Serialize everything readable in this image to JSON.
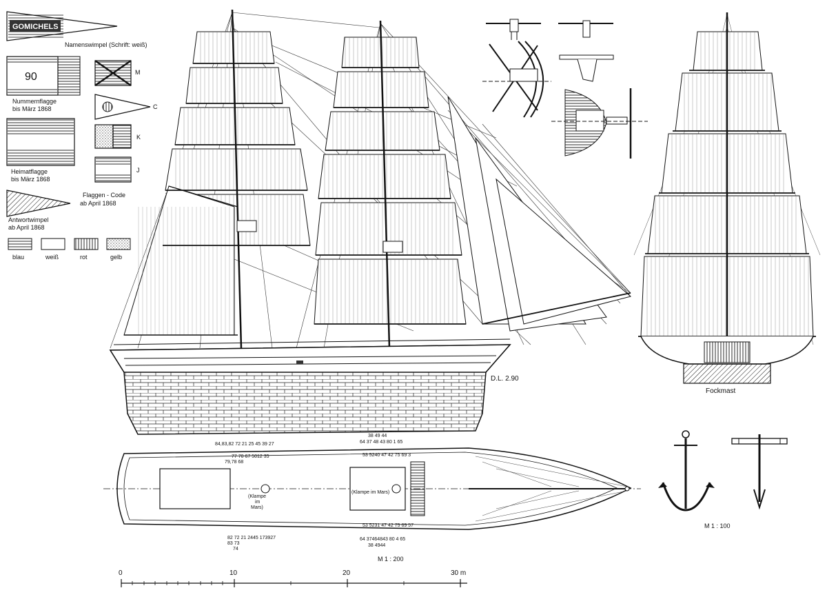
{
  "flags": {
    "name_pennant_text": "GOMICHELS",
    "name_pennant_caption": "Namenswimpel (Schrift: weiß)",
    "number_flag_value": "90",
    "number_flag_caption_1": "Nummernflagge",
    "number_flag_caption_2": "bis März 1868",
    "home_flag_caption_1": "Heimatflagge",
    "home_flag_caption_2": "bis März 1868",
    "answer_pennant_caption_1": "Antwortwimpel",
    "answer_pennant_caption_2": "ab April 1868",
    "code_caption_1": "Flaggen - Code",
    "code_caption_2": "ab April 1868",
    "code_letters": [
      "M",
      "C",
      "K",
      "J"
    ]
  },
  "legend": [
    {
      "label": "blau",
      "pattern": "horizontal"
    },
    {
      "label": "weiß",
      "pattern": "blank"
    },
    {
      "label": "rot",
      "pattern": "vertical"
    },
    {
      "label": "gelb",
      "pattern": "dots"
    }
  ],
  "labels": {
    "waterline": "D.L. 2.90",
    "front_view": "Fockmast",
    "deck_scale": "M 1 : 200",
    "anchor_scale": "M 1 : 100",
    "klampe_mars_1": "(Klampe im Mars)",
    "klampe_mars_2": "(Klampe",
    "klampe_mars_3": "im",
    "klampe_mars_4": "Mars)",
    "numbers_top_1": "84,83,82  72  21 25 45   39 27",
    "numbers_top_2": "77 70 67 5012   35",
    "numbers_top_3": "79,78    68",
    "numbers_top_4": "38  49 44",
    "numbers_top_5": "64 37   48 43 80 1  65",
    "numbers_top_6": "53 5240 47 42 75 69 3",
    "numbers_bot_1": "82 72  21 2445 173927",
    "numbers_bot_2": "83 73",
    "numbers_bot_3": "74",
    "numbers_bot_4": "64  37464843  80 4  65",
    "numbers_bot_5": "38       4944",
    "numbers_bot_6": "53 5231 47 42 75 69 57"
  },
  "scale_bar": {
    "ticks": [
      "0",
      "10",
      "20",
      "30 m"
    ]
  },
  "icons": [
    "anchor-icon",
    "stock-anchor-icon",
    "flag-icon",
    "pennant-icon"
  ]
}
